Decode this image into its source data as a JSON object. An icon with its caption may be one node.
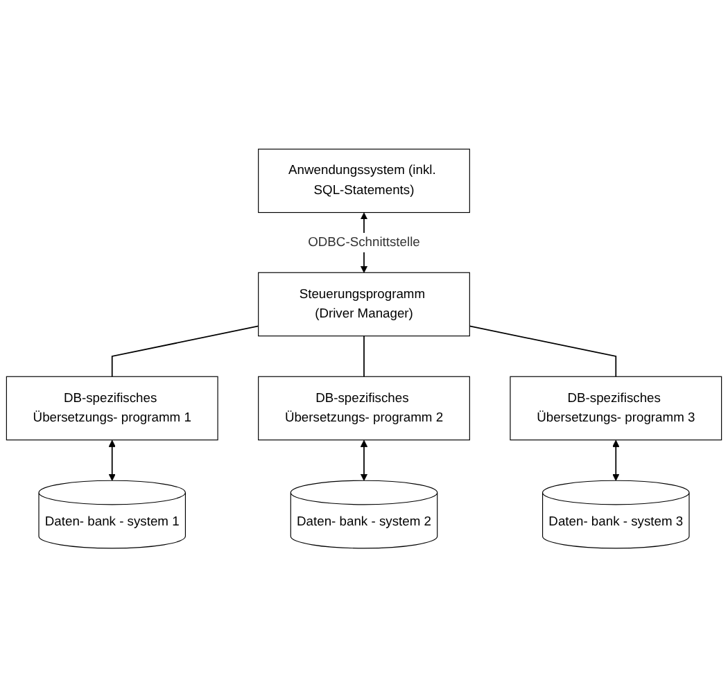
{
  "diagram": {
    "nodes": [
      {
        "text": [
          "Anwendungssystem (inkl. SQL-Statements)"
        ]
      },
      {
        "text": [
          "Steuerungsprogramm (Driver Manager)"
        ]
      },
      {
        "text": [
          "DB-spezifisches Übersetzungs- programm 1"
        ]
      },
      {
        "text": [
          "DB-spezifisches Übersetzungs- programm 2"
        ]
      },
      {
        "text": [
          "DB-spezifisches Übersetzungs- programm 3"
        ]
      },
      {
        "text": [
          "Daten- bank - system 1"
        ]
      },
      {
        "text": [
          "Daten- bank - system 2"
        ]
      },
      {
        "text": [
          "Daten- bank - system 3"
        ]
      }
    ],
    "edges": [
      {
        "from": 0,
        "to": 1,
        "arrow": "both",
        "label": "ODBC-Schnittstelle"
      },
      {
        "from": 1,
        "to": 2,
        "arrow": "none"
      },
      {
        "from": 1,
        "to": 3,
        "arrow": "none"
      },
      {
        "from": 1,
        "to": 4,
        "arrow": "none"
      },
      {
        "from": 2,
        "to": 5,
        "arrow": "both"
      },
      {
        "from": 3,
        "to": 6,
        "arrow": "both"
      },
      {
        "from": 4,
        "to": 7,
        "arrow": "both"
      }
    ]
  }
}
